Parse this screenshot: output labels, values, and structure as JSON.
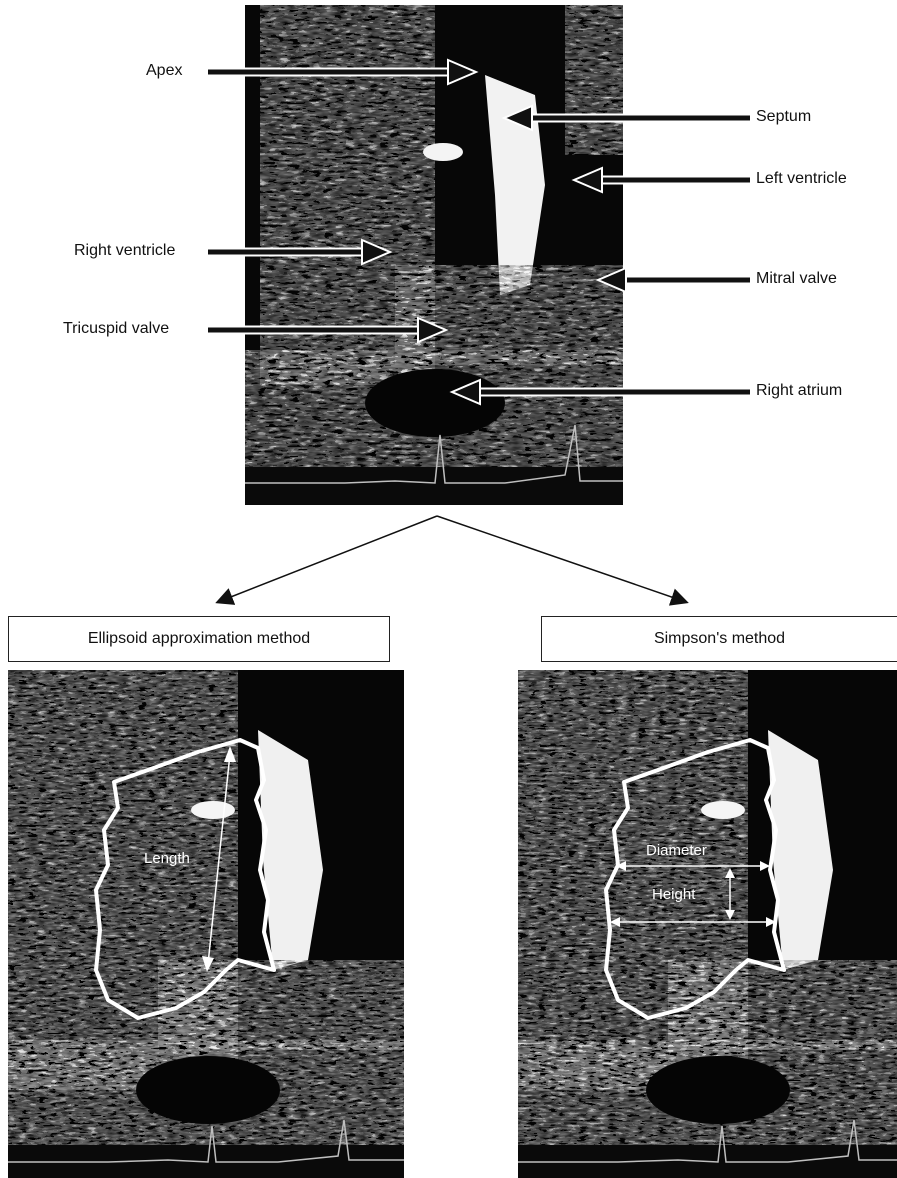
{
  "top_labels": {
    "apex": "Apex",
    "septum": "Septum",
    "left_ventricle": "Left ventricle",
    "right_ventricle": "Right ventricle",
    "mitral_valve": "Mitral valve",
    "tricuspid_valve": "Tricuspid valve",
    "right_atrium": "Right atrium"
  },
  "methods": {
    "ellipsoid": "Ellipsoid approximation method",
    "simpson": "Simpson's method"
  },
  "ellipsoid_labels": {
    "length": "Length"
  },
  "simpson_labels": {
    "diameter": "Diameter",
    "height": "Height"
  },
  "colors": {
    "background": "#ffffff",
    "echo": "#050505",
    "overlay": "#ffffff"
  }
}
